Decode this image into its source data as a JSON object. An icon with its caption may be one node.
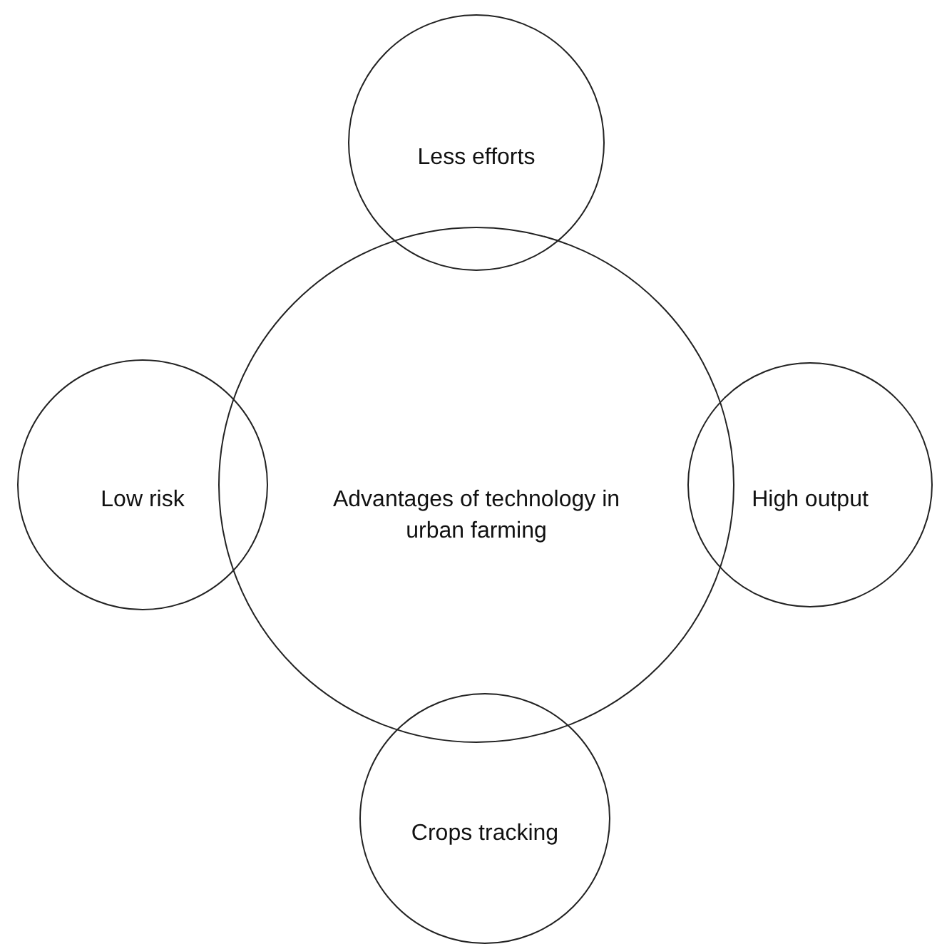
{
  "diagram": {
    "nodes": [
      {
        "text": [
          "Less efforts"
        ]
      },
      {
        "text": [
          "Low risk"
        ]
      },
      {
        "text": [
          "Advantages of technology in urban farming"
        ]
      },
      {
        "text": [
          "High output"
        ]
      },
      {
        "text": [
          "Crops tracking"
        ]
      }
    ]
  }
}
